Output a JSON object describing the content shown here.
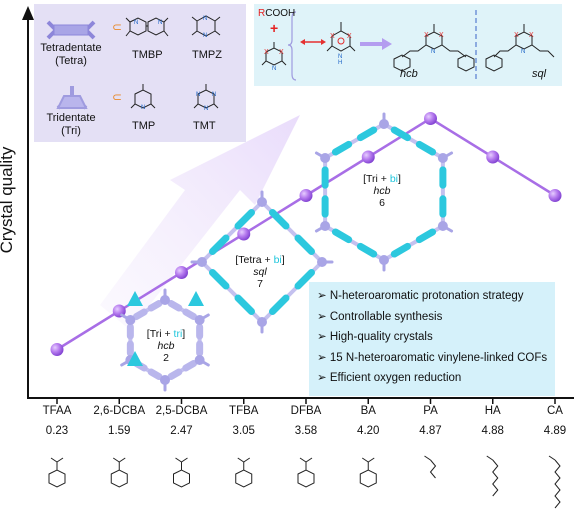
{
  "y_axis_label": "Crystal quality",
  "legend": {
    "tetra_label": [
      "Tetradentate",
      "(Tetra)"
    ],
    "tri_label": [
      "Tridentate",
      "(Tri)"
    ],
    "tetra_examples": [
      "TMBP",
      "TMPZ"
    ],
    "tri_examples": [
      "TMP",
      "TMT"
    ],
    "eq_symbol": "⊂"
  },
  "reaction": {
    "reagent": "RCOOH",
    "reagent_r": "R",
    "reagent_rest": "COOH",
    "plus": "+",
    "products": [
      "hcb",
      "sql"
    ]
  },
  "frameworks": [
    {
      "line1_pre": "[Tri + ",
      "line1_hl": "tri",
      "line1_post": "]",
      "topology": "hcb",
      "number": "2"
    },
    {
      "line1_pre": "[Tetra + ",
      "line1_hl": "bi",
      "line1_post": "]",
      "topology": "sql",
      "number": "7"
    },
    {
      "line1_pre": "[Tri + ",
      "line1_hl": "bi",
      "line1_post": "]",
      "topology": "hcb",
      "number": "6"
    }
  ],
  "points": [
    "N-heteroaromatic protonation strategy",
    "Controllable synthesis",
    "High-quality crystals",
    "15 N-heteroaromatic vinylene-linked COFs",
    "Efficient oxygen reduction"
  ],
  "bullet": "➢",
  "chart_data": {
    "type": "line",
    "categories": [
      "TFAA",
      "2,6-DCBA",
      "2,5-DCBA",
      "TFBA",
      "DFBA",
      "BA",
      "PA",
      "HA",
      "CA"
    ],
    "pka": [
      "0.23",
      "1.59",
      "2.47",
      "3.05",
      "3.58",
      "4.20",
      "4.87",
      "4.88",
      "4.89"
    ],
    "values": [
      1,
      2,
      3,
      4,
      5,
      6,
      7,
      6,
      5
    ],
    "ylabel": "Crystal quality",
    "color": "#a86ee6"
  },
  "colors": {
    "accent": "#a86ee6",
    "cyan": "#1fc6dc",
    "framework": "#a9a5e6"
  }
}
